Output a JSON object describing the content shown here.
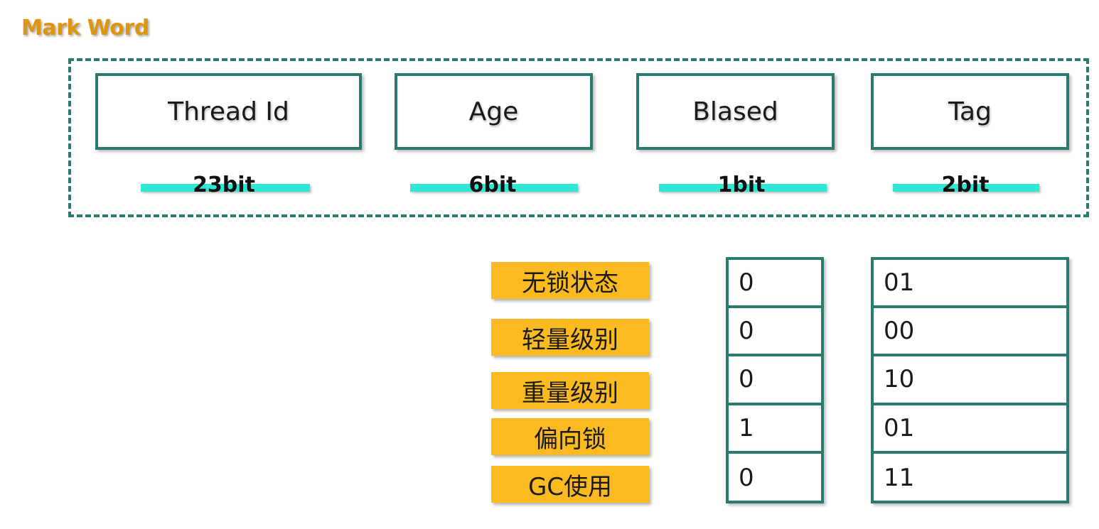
{
  "title": "Mark Word",
  "fields": [
    {
      "label": "Thread Id",
      "bits": "23bit"
    },
    {
      "label": "Age",
      "bits": "6bit"
    },
    {
      "label": "Blased",
      "bits": "1bit"
    },
    {
      "label": "Tag",
      "bits": "2bit"
    }
  ],
  "states": [
    "无锁状态",
    "轻量级别",
    "重量级别",
    "偏向锁",
    "GC使用"
  ],
  "biased_values": [
    "0",
    "0",
    "0",
    "1",
    "0"
  ],
  "tag_values": [
    "01",
    "00",
    "10",
    "01",
    "11"
  ],
  "colors": {
    "title": "#dd9612",
    "frame": "#2a7a70",
    "bitbar": "#2ee8d4",
    "state_bg": "#fbbb20"
  }
}
